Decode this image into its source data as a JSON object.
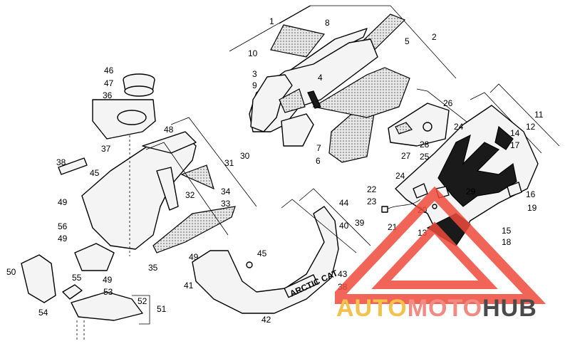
{
  "callouts": {
    "c1": "1",
    "c2": "2",
    "c3": "3",
    "c4": "4",
    "c5": "5",
    "c6": "6",
    "c7": "7",
    "c8": "8",
    "c9": "9",
    "c10": "10",
    "c11": "11",
    "c12": "12",
    "c13": "13",
    "c14": "14",
    "c15": "15",
    "c16": "16",
    "c17": "17",
    "c18": "18",
    "c19": "19",
    "c20": "20",
    "c21": "21",
    "c22": "22",
    "c23": "23",
    "c24a": "24",
    "c24b": "24",
    "c25": "25",
    "c26": "26",
    "c27": "27",
    "c28": "28",
    "c29": "29",
    "c30": "30",
    "c31": "31",
    "c32": "32",
    "c33": "33",
    "c34": "34",
    "c35": "35",
    "c36": "36",
    "c37": "37",
    "c38a": "38",
    "c38b": "38",
    "c39": "39",
    "c40": "40",
    "c41": "41",
    "c42": "42",
    "c43": "43",
    "c44": "44",
    "c45a": "45",
    "c45b": "45",
    "c46": "46",
    "c47": "47",
    "c48": "48",
    "c49a": "49",
    "c49b": "49",
    "c49c": "49",
    "c49d": "49",
    "c50": "50",
    "c51": "51",
    "c52": "52",
    "c53": "53",
    "c54": "54",
    "c55": "55",
    "c56": "56"
  },
  "decal_text": "ARCTIC CAT",
  "watermark": {
    "part1": "AUTO",
    "part2": "MOTO",
    "part3": "HUB",
    "color1": "#f2c24a",
    "color2": "#f08a82",
    "color3": "#4a4a4a",
    "triangle_color": "#ef4b3c"
  }
}
